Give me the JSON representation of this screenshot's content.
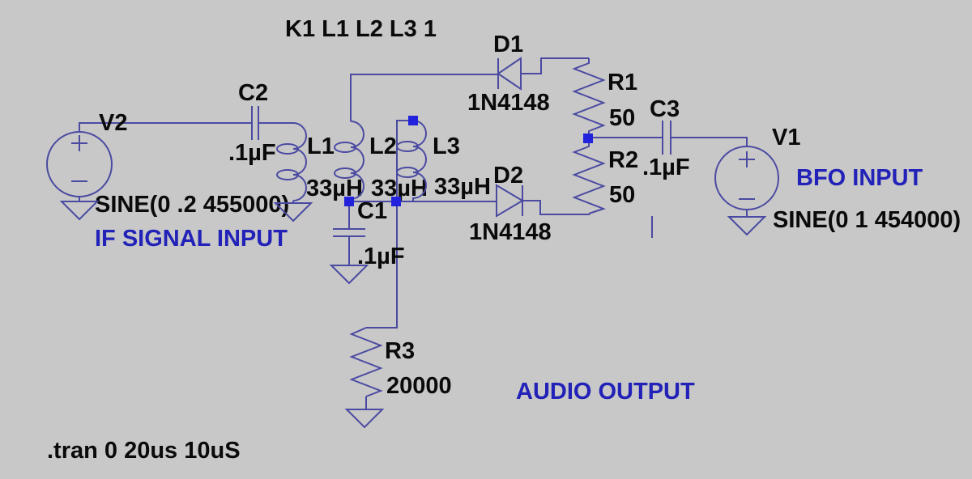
{
  "colors": {
    "background": "#c8c8c8",
    "wire": "#4a4aa2",
    "junction": "#2222dd",
    "label_text": "#0a0a0a",
    "annotation_text": "#2222b8"
  },
  "spice": {
    "coupling_directive": "K1 L1 L2 L3 1",
    "tran_directive": ".tran 0 20us 10uS"
  },
  "annotations": {
    "if_signal_input": "IF SIGNAL INPUT",
    "bfo_input": "BFO INPUT",
    "audio_output": "AUDIO OUTPUT"
  },
  "components": {
    "v2": {
      "designator": "V2",
      "value": "SINE(0 .2 455000)"
    },
    "c2": {
      "designator": "C2",
      "value": ".1µF"
    },
    "l1": {
      "designator": "L1",
      "value": "33µH"
    },
    "l2": {
      "designator": "L2",
      "value": "33µH"
    },
    "l3": {
      "designator": "L3",
      "value": "33µH"
    },
    "c1": {
      "designator": "C1",
      "value": ".1µF"
    },
    "d1": {
      "designator": "D1",
      "value": "1N4148"
    },
    "d2": {
      "designator": "D2",
      "value": "1N4148"
    },
    "r1": {
      "designator": "R1",
      "value": "50"
    },
    "r2": {
      "designator": "R2",
      "value": "50"
    },
    "r3": {
      "designator": "R3",
      "value": "20000"
    },
    "c3": {
      "designator": "C3",
      "value": ".1µF"
    },
    "v1": {
      "designator": "V1",
      "value": "SINE(0 1 454000)"
    }
  }
}
